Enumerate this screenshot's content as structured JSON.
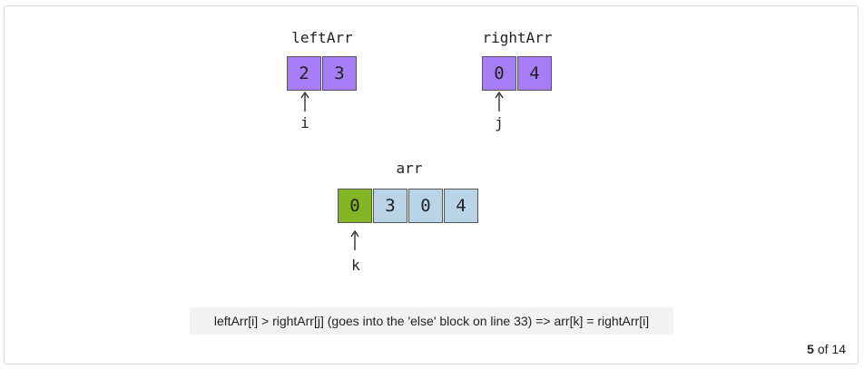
{
  "arrays": {
    "left": {
      "label": "leftArr",
      "values": [
        "2",
        "3"
      ],
      "pointer": "i",
      "pointer_index": 0
    },
    "right": {
      "label": "rightArr",
      "values": [
        "0",
        "4"
      ],
      "pointer": "j",
      "pointer_index": 0
    },
    "merged": {
      "label": "arr",
      "values": [
        "0",
        "3",
        "0",
        "4"
      ],
      "pointer": "k",
      "pointer_index": 0
    }
  },
  "caption": "leftArr[i] > rightArr[j] (goes into the 'else' block on line 33) => arr[k] = rightArr[i]",
  "pager": {
    "current": "5",
    "separator": "of",
    "total": "14"
  },
  "colors": {
    "pointer_cell_source": "#a77ef7",
    "pointer_cell_merged": "#82b523",
    "merged_cell": "#b8d4e6"
  }
}
